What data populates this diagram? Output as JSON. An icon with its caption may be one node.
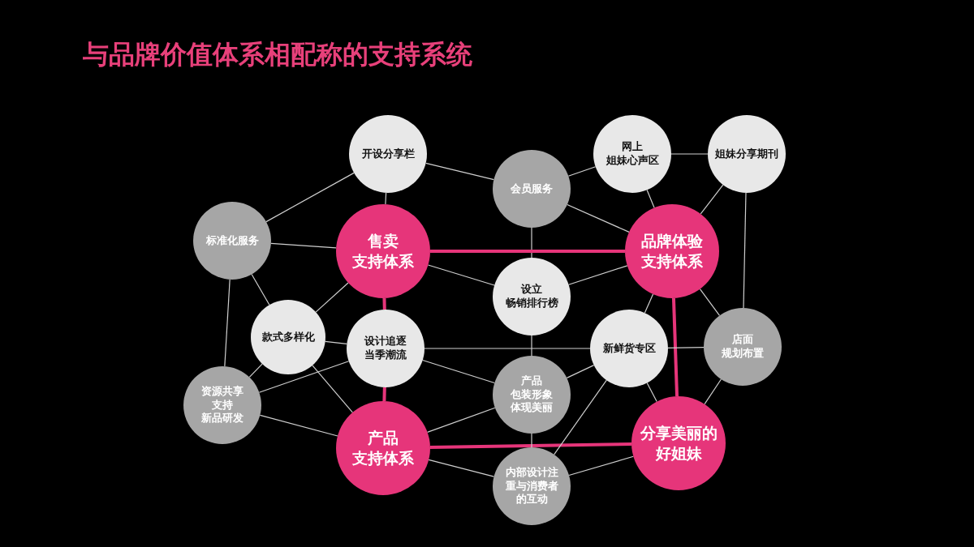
{
  "diagram": {
    "title": "与品牌价值体系相配称的支持系统",
    "nodes": [
      {
        "text": [
          "开设分享栏"
        ]
      },
      {
        "text": [
          "网上姐妹心声区"
        ]
      },
      {
        "text": [
          "姐妹分享期刊"
        ]
      },
      {
        "text": [
          "会员服务"
        ]
      },
      {
        "text": [
          "标准化服务"
        ]
      },
      {
        "text": [
          "售卖支持体系"
        ]
      },
      {
        "text": [
          "品牌体验支持体系"
        ]
      },
      {
        "text": [
          "设立畅销排行榜"
        ]
      },
      {
        "text": [
          "款式多样化"
        ]
      },
      {
        "text": [
          "设计追逐当季潮流"
        ]
      },
      {
        "text": [
          "新鲜货专区"
        ]
      },
      {
        "text": [
          "店面规划布置"
        ]
      },
      {
        "text": [
          "资源共享支持新品研发"
        ]
      },
      {
        "text": [
          "产品包装形象体现美丽"
        ]
      },
      {
        "text": [
          "产品支持体系"
        ]
      },
      {
        "text": [
          "分享美丽的好姐妹"
        ]
      },
      {
        "text": [
          "内部设计注重与消费者的互动"
        ]
      }
    ],
    "edges": [
      {
        "from": 0,
        "to": 4,
        "arrow": "none"
      },
      {
        "from": 0,
        "to": 5,
        "arrow": "none"
      },
      {
        "from": 0,
        "to": 3,
        "arrow": "none"
      },
      {
        "from": 3,
        "to": 1,
        "arrow": "none"
      },
      {
        "from": 3,
        "to": 6,
        "arrow": "none"
      },
      {
        "from": 3,
        "to": 7,
        "arrow": "none"
      },
      {
        "from": 1,
        "to": 2,
        "arrow": "none"
      },
      {
        "from": 1,
        "to": 6,
        "arrow": "none"
      },
      {
        "from": 2,
        "to": 6,
        "arrow": "none"
      },
      {
        "from": 2,
        "to": 11,
        "arrow": "none"
      },
      {
        "from": 4,
        "to": 5,
        "arrow": "none"
      },
      {
        "from": 4,
        "to": 8,
        "arrow": "none"
      },
      {
        "from": 4,
        "to": 12,
        "arrow": "none"
      },
      {
        "from": 5,
        "to": 8,
        "arrow": "none"
      },
      {
        "from": 5,
        "to": 7,
        "arrow": "none"
      },
      {
        "from": 5,
        "to": 9,
        "arrow": "none",
        "style": "thick",
        "color": "#e6357a"
      },
      {
        "from": 5,
        "to": 6,
        "arrow": "none",
        "style": "thick",
        "color": "#e6357a"
      },
      {
        "from": 6,
        "to": 7,
        "arrow": "none"
      },
      {
        "from": 6,
        "to": 10,
        "arrow": "none"
      },
      {
        "from": 6,
        "to": 11,
        "arrow": "none"
      },
      {
        "from": 6,
        "to": 15,
        "arrow": "none",
        "style": "thick",
        "color": "#e6357a"
      },
      {
        "from": 8,
        "to": 9,
        "arrow": "none"
      },
      {
        "from": 8,
        "to": 12,
        "arrow": "none"
      },
      {
        "from": 8,
        "to": 14,
        "arrow": "none"
      },
      {
        "from": 9,
        "to": 12,
        "arrow": "none"
      },
      {
        "from": 9,
        "to": 10,
        "arrow": "none"
      },
      {
        "from": 10,
        "to": 11,
        "arrow": "none"
      },
      {
        "from": 9,
        "to": 13,
        "arrow": "none"
      },
      {
        "from": 9,
        "to": 14,
        "arrow": "none",
        "style": "thick",
        "color": "#e6357a"
      },
      {
        "from": 12,
        "to": 14,
        "arrow": "none"
      },
      {
        "from": 14,
        "to": 13,
        "arrow": "none"
      },
      {
        "from": 14,
        "to": 15,
        "arrow": "none",
        "style": "thick",
        "color": "#e6357a"
      },
      {
        "from": 14,
        "to": 16,
        "arrow": "none"
      },
      {
        "from": 7,
        "to": 13,
        "arrow": "none"
      },
      {
        "from": 13,
        "to": 10,
        "arrow": "none"
      },
      {
        "from": 13,
        "to": 16,
        "arrow": "none"
      },
      {
        "from": 10,
        "to": 15,
        "arrow": "none"
      },
      {
        "from": 10,
        "to": 16,
        "arrow": "none"
      },
      {
        "from": 11,
        "to": 15,
        "arrow": "none"
      },
      {
        "from": 16,
        "to": 15,
        "arrow": "none"
      }
    ]
  }
}
